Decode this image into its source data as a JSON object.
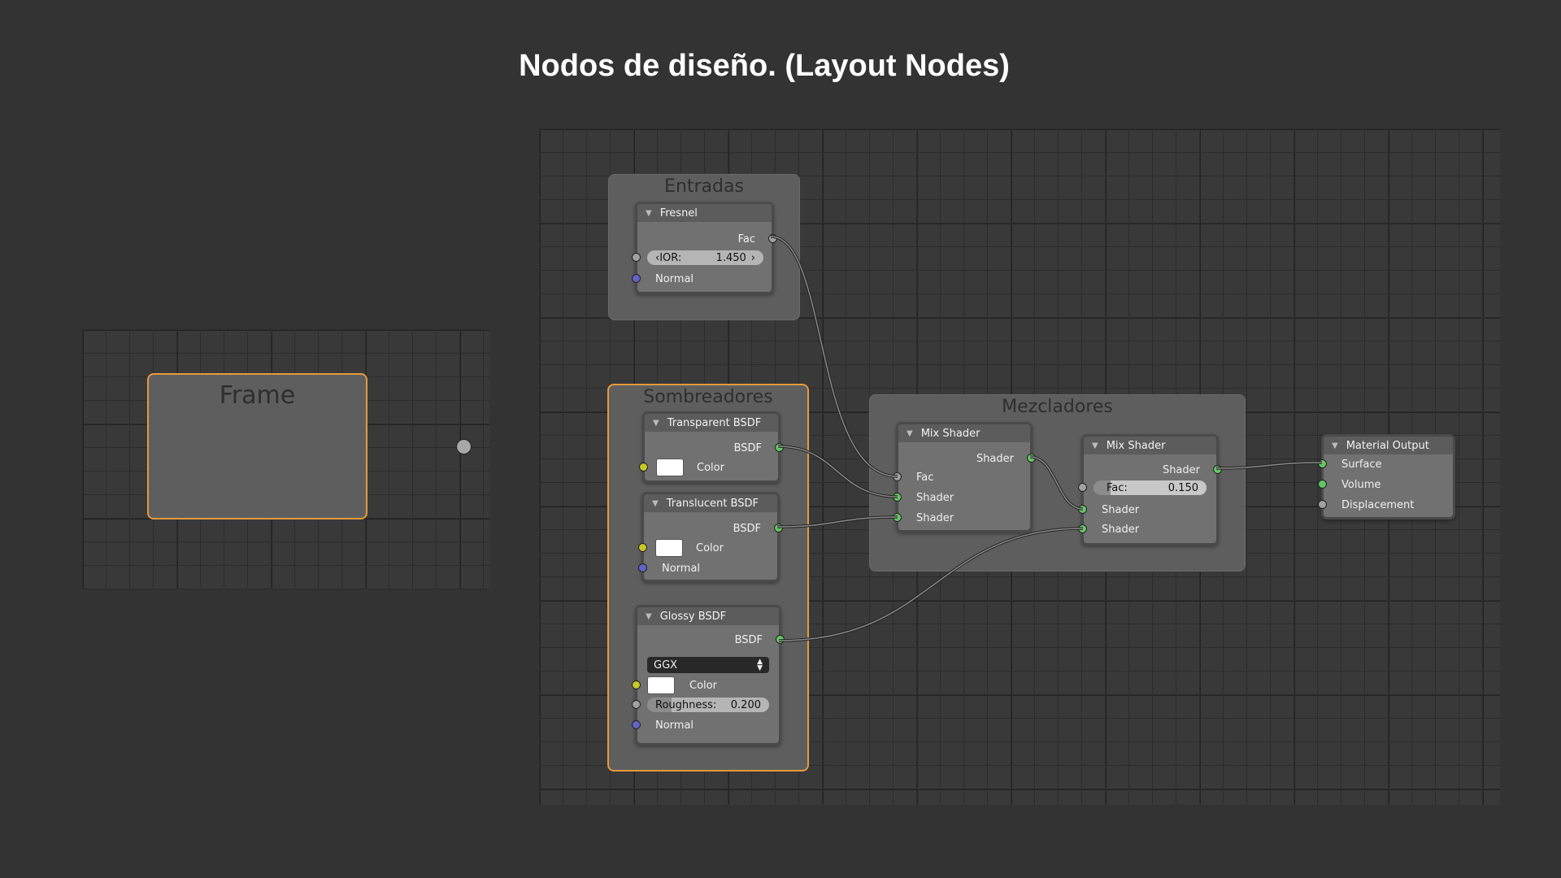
{
  "title": "Nodos de diseño. (Layout Nodes)",
  "frames": {
    "frame": "Frame",
    "entradas": "Entradas",
    "sombreadores": "Sombreadores",
    "mezcladores": "Mezcladores"
  },
  "fresnel": {
    "header": "Fresnel",
    "out_fac": "Fac",
    "ior_label": "IOR:",
    "ior_value": "1.450",
    "in_normal": "Normal"
  },
  "transparent": {
    "header": "Transparent BSDF",
    "out": "BSDF",
    "color": "Color"
  },
  "translucent": {
    "header": "Translucent BSDF",
    "out": "BSDF",
    "color": "Color",
    "normal": "Normal"
  },
  "glossy": {
    "header": "Glossy BSDF",
    "out": "BSDF",
    "distribution": "GGX",
    "color": "Color",
    "roughness_label": "Roughness:",
    "roughness_value": "0.200",
    "normal": "Normal"
  },
  "mix1": {
    "header": "Mix Shader",
    "out": "Shader",
    "fac": "Fac",
    "shader1": "Shader",
    "shader2": "Shader"
  },
  "mix2": {
    "header": "Mix Shader",
    "out": "Shader",
    "fac_label": "Fac:",
    "fac_value": "0.150",
    "shader1": "Shader",
    "shader2": "Shader"
  },
  "output": {
    "header": "Material Output",
    "surface": "Surface",
    "volume": "Volume",
    "displacement": "Displacement"
  },
  "colors": {
    "background": "#333333",
    "selected_frame": "#e79a3c",
    "shader_socket": "#63c763",
    "value_socket": "#a1a1a1",
    "vector_socket": "#6363c7",
    "color_socket": "#c7c729"
  }
}
